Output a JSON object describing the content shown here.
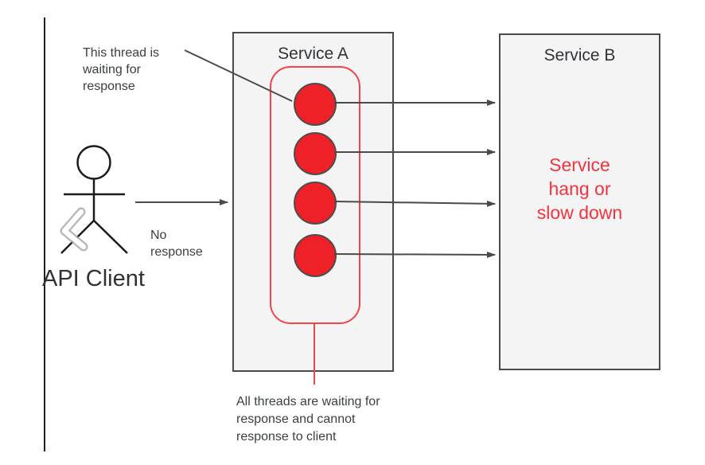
{
  "diagram": {
    "title": "service-hang-diagram",
    "api_client": {
      "label": "API Client"
    },
    "service_a": {
      "title": "Service A",
      "thread_count": 4
    },
    "service_b": {
      "title": "Service B",
      "status_lines": {
        "0": "Service",
        "1": "hang or",
        "2": "slow down"
      }
    },
    "annotations": {
      "thread_waiting": {
        "lines": {
          "0": "This thread is",
          "1": "waiting for",
          "2": "response"
        }
      },
      "no_response": {
        "lines": {
          "0": "No",
          "1": "response"
        }
      },
      "all_threads": {
        "lines": {
          "0": "All threads are waiting for",
          "1": "response and cannot",
          "2": "response to client"
        }
      }
    },
    "colors": {
      "thread_fill": "#ee2028",
      "thread_pool_stroke": "#f4434b",
      "status_text": "#f5333f",
      "box_fill": "#f4f4f5",
      "box_border": "#4a4a4a",
      "arrow": "#4a4a4a",
      "dark_text": "#3a3f42"
    }
  }
}
